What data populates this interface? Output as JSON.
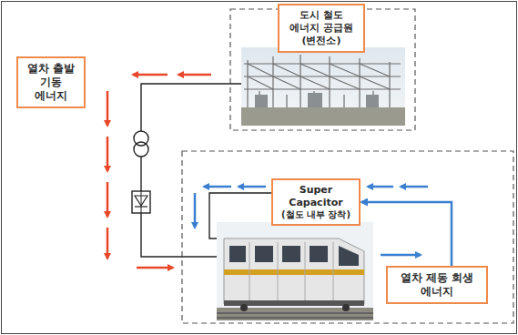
{
  "diagram": {
    "nodes": [
      {
        "text": [
          "도시 철도 에너지 공급원 (변전소)"
        ]
      },
      {
        "text": [
          "열차 출발 기동 에너지"
        ]
      },
      {
        "text": [
          "Super Capacitor",
          "(철도 내부 장착)"
        ]
      },
      {
        "text": [
          "열차 제동 회생 에너지"
        ]
      }
    ],
    "edges": [
      {
        "from": 3,
        "to": 2,
        "arrow": "to"
      }
    ]
  }
}
